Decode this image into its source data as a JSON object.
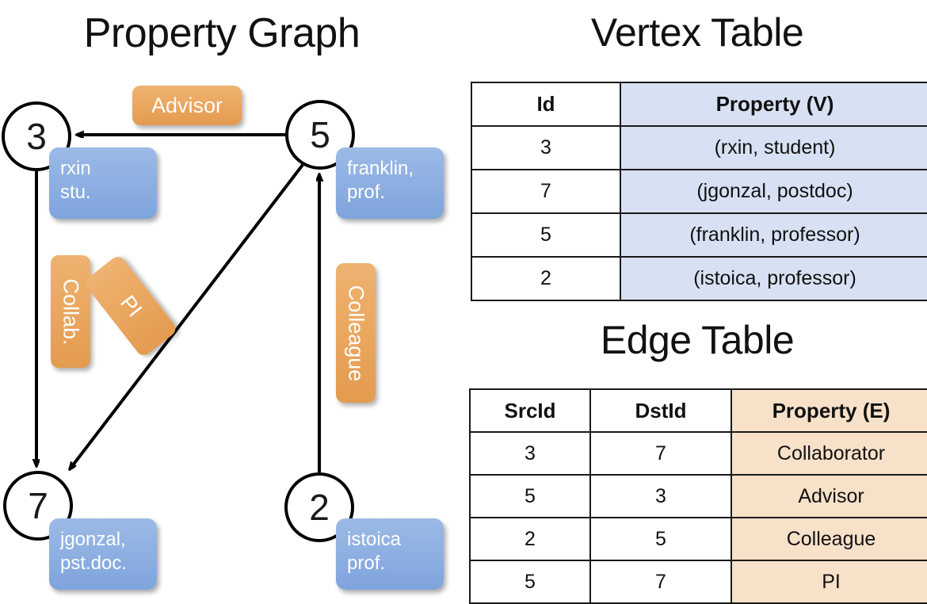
{
  "titles": {
    "property_graph": "Property Graph",
    "vertex_table": "Vertex Table",
    "edge_table": "Edge Table"
  },
  "graph": {
    "nodes": [
      {
        "id": "3",
        "property": "rxin\nstu."
      },
      {
        "id": "5",
        "property": "franklin,\nprof."
      },
      {
        "id": "7",
        "property": "jgonzal,\npst.doc."
      },
      {
        "id": "2",
        "property": "istoica\nprof."
      }
    ],
    "node_labels": {
      "n3": "3",
      "n5": "5",
      "n7": "7",
      "n2": "2"
    },
    "property_boxes": {
      "rxin_line1": "rxin",
      "rxin_line2": "stu.",
      "franklin_line1": "franklin,",
      "franklin_line2": "prof.",
      "jgonzal_line1": "jgonzal,",
      "jgonzal_line2": "pst.doc.",
      "istoica_line1": "istoica",
      "istoica_line2": "prof."
    },
    "edge_labels": {
      "advisor": "Advisor",
      "collab": "Collab.",
      "pi": "PI",
      "colleague": "Colleague"
    },
    "edges": [
      {
        "src": "5",
        "dst": "3",
        "label": "Advisor"
      },
      {
        "src": "3",
        "dst": "7",
        "label": "Collab."
      },
      {
        "src": "5",
        "dst": "7",
        "label": "PI"
      },
      {
        "src": "2",
        "dst": "5",
        "label": "Colleague"
      }
    ]
  },
  "vertex_table": {
    "headers": [
      "Id",
      "Property (V)"
    ],
    "rows": [
      [
        "3",
        "(rxin, student)"
      ],
      [
        "7",
        "(jgonzal, postdoc)"
      ],
      [
        "5",
        "(franklin, professor)"
      ],
      [
        "2",
        "(istoica, professor)"
      ]
    ]
  },
  "edge_table": {
    "headers": [
      "SrcId",
      "DstId",
      "Property (E)"
    ],
    "rows": [
      [
        "3",
        "7",
        "Collaborator"
      ],
      [
        "5",
        "3",
        "Advisor"
      ],
      [
        "2",
        "5",
        "Colleague"
      ],
      [
        "5",
        "7",
        "PI"
      ]
    ]
  },
  "colors": {
    "vertex_property_cell": "#d7e1f3",
    "edge_property_cell": "#f8e1c9",
    "node_box_blue": "#8fb0e2",
    "edge_label_orange": "#eaa75f",
    "stroke": "#1a1a1a"
  }
}
